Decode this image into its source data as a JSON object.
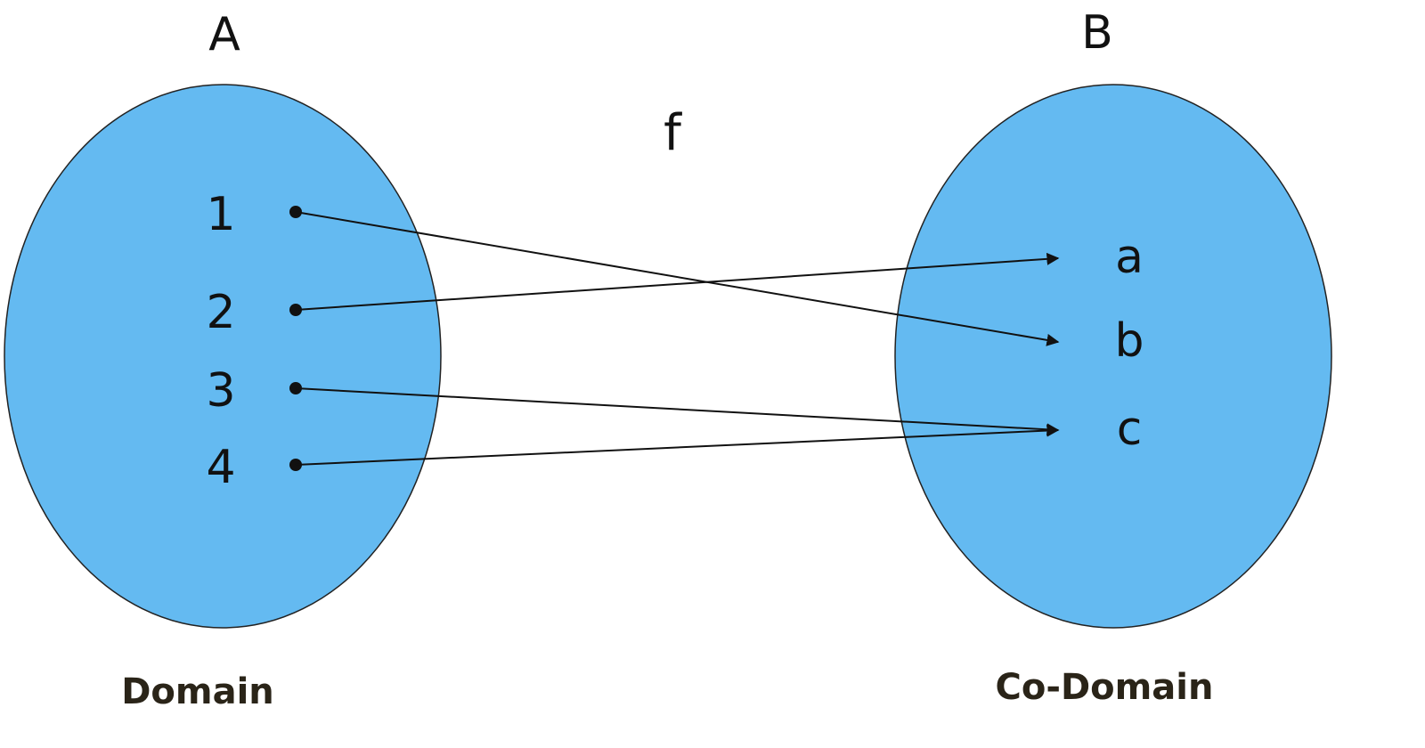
{
  "title_function": "f",
  "sets": {
    "domain": {
      "name": "A",
      "caption": "Domain",
      "elements": [
        "1",
        "2",
        "3",
        "4"
      ]
    },
    "codomain": {
      "name": "B",
      "caption": "Co-Domain",
      "elements": [
        "a",
        "b",
        "c"
      ]
    }
  },
  "mappings": [
    {
      "from": "1",
      "to": "b"
    },
    {
      "from": "2",
      "to": "a"
    },
    {
      "from": "3",
      "to": "c"
    },
    {
      "from": "4",
      "to": "c"
    }
  ],
  "colors": {
    "set_fill": "#64BAF1",
    "stroke": "#111111"
  }
}
